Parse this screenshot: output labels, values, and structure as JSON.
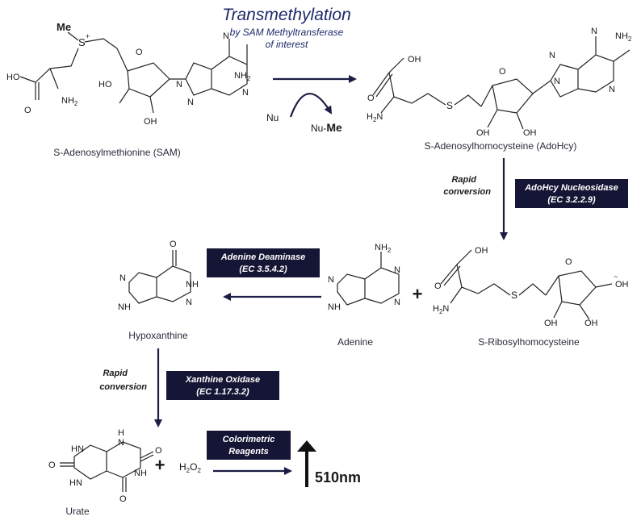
{
  "title": "Transmethylation",
  "subtitle_line1": "by SAM Methyltransferase",
  "subtitle_line2": "of interest",
  "compounds": {
    "sam": "S-Adenosylmethionine (SAM)",
    "adohcy": "S-Adenosylhomocysteine (AdoHcy)",
    "ribosyl": "S-Ribosylhomocysteine",
    "adenine": "Adenine",
    "hypoxanthine": "Hypoxanthine",
    "urate": "Urate",
    "h2o2": "H",
    "h2o2_sub1": "2",
    "h2o2_o": "O",
    "h2o2_sub2": "2"
  },
  "reaction": {
    "nu": "Nu",
    "nu_me_prefix": "Nu-",
    "nu_me_suffix": "Me",
    "me": "Me"
  },
  "enzymes": {
    "nucleosidase_1": "AdoHcy Nucleosidase",
    "nucleosidase_2": "(EC 3.2.2.9)",
    "deaminase_1": "Adenine Deaminase",
    "deaminase_2": "(EC 3.5.4.2)",
    "xanthine_1": "Xanthine Oxidase",
    "xanthine_2": "(EC 1.17.3.2)",
    "color_1": "Colorimetric",
    "color_2": "Reagents"
  },
  "notes": {
    "rapid_1": "Rapid",
    "rapid_2": "conversion",
    "rapid_3": "Rapid",
    "rapid_4": "conversion",
    "readout": "510nm"
  },
  "atoms": {
    "oh": "OH",
    "ho": "HO",
    "nh2": "NH",
    "two": "2",
    "h2n": "H",
    "n_h2": "N",
    "o": "O",
    "s": "S",
    "n": "N",
    "nh": "NH",
    "h": "H",
    "plus": "+"
  }
}
